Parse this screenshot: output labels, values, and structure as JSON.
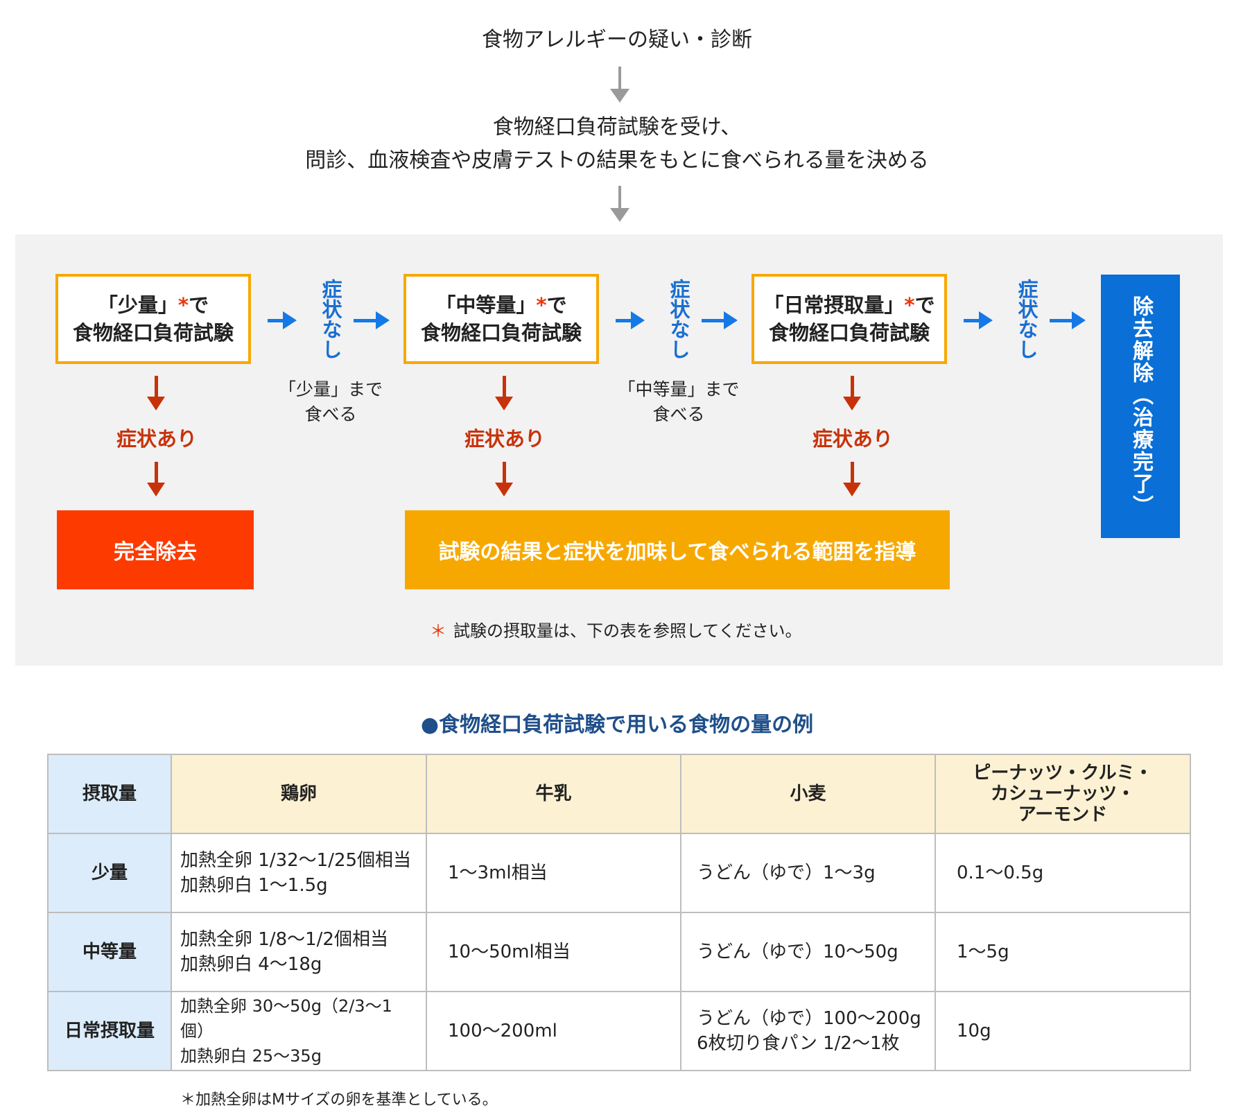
{
  "flow": {
    "step1": "食物アレルギーの疑い・診断",
    "step2_line1": "食物経口負荷試験を受け、",
    "step2_line2": "問診、血液検査や皮膚テストの結果をもとに食べられる量を決める"
  },
  "stages": [
    {
      "line1": "「少量」",
      "asterisk": "*",
      "suffix": "で",
      "line2": "食物経口負荷試験"
    },
    {
      "line1": "「中等量」",
      "asterisk": "*",
      "suffix": "で",
      "line2": "食物経口負荷試験"
    },
    {
      "line1": "「日常摂取量」",
      "asterisk": "*",
      "suffix": "で",
      "line2": "食物経口負荷試験"
    }
  ],
  "no_symptom_label": "症状なし",
  "symptom_label": "症状あり",
  "eat_labels": [
    {
      "line1": "「少量」まで",
      "line2": "食べる"
    },
    {
      "line1": "「中等量」まで",
      "line2": "食べる"
    }
  ],
  "results": {
    "complete_removal": "完全除去",
    "guidance": "試験の結果と症状を加味して食べられる範囲を指導",
    "removal_lifted": "除去解除（治療完了）"
  },
  "note": {
    "asterisk": "＊",
    "text": "試験の摂取量は、下の表を参照してください。"
  },
  "table": {
    "title": "●食物経口負荷試験で用いる食物の量の例",
    "headers": [
      "摂取量",
      "鶏卵",
      "牛乳",
      "小麦",
      "ピーナッツ・クルミ・\nカシューナッツ・\nアーモンド"
    ],
    "rows": [
      {
        "label": "少量",
        "egg": "加熱全卵 1/32〜1/25個相当\n加熱卵白 1〜1.5g",
        "milk": "1〜3ml相当",
        "wheat": "うどん（ゆで）1〜3g",
        "nuts": "0.1〜0.5g"
      },
      {
        "label": "中等量",
        "egg": "加熱全卵 1/8〜1/2個相当\n加熱卵白 4〜18g",
        "milk": "10〜50ml相当",
        "wheat": "うどん（ゆで）10〜50g",
        "nuts": "1〜5g"
      },
      {
        "label": "日常摂取量",
        "egg": "加熱全卵 30〜50g（2/3〜1個）\n加熱卵白 25〜35g",
        "milk": "100〜200ml",
        "wheat": "うどん（ゆで）100〜200g\n6枚切り食パン 1/2〜1枚",
        "nuts": "10g"
      }
    ]
  },
  "footnote": "＊加熱全卵はMサイズの卵を基準としている。",
  "colors": {
    "orange": "#f7a800",
    "red": "#fd3b00",
    "blue": "#0a6fd6",
    "symptom_red": "#c8320a",
    "arrow_blue": "#1479e6"
  }
}
